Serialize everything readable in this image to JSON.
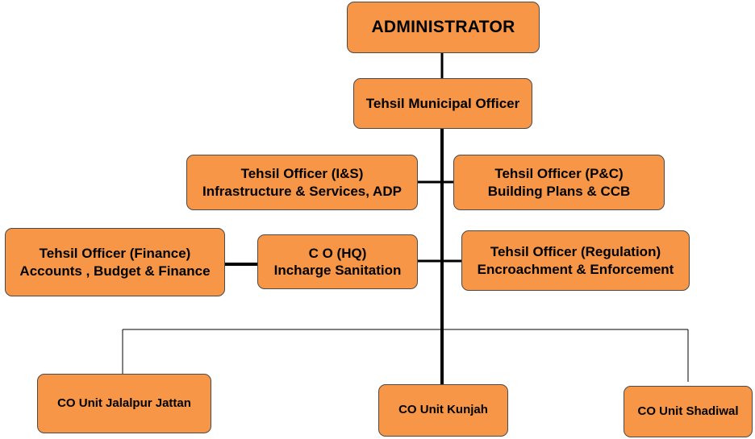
{
  "colors": {
    "box_fill": "#f79646",
    "box_border": "#4a4a4a",
    "connector": "#000000"
  },
  "nodes": {
    "administrator": {
      "line1": "ADMINISTRATOR"
    },
    "tmo": {
      "line1": "Tehsil Municipal Officer"
    },
    "to_is": {
      "line1": "Tehsil Officer (I&S)",
      "line2": "Infrastructure & Services, ADP"
    },
    "to_pc": {
      "line1": "Tehsil Officer (P&C)",
      "line2": "Building Plans & CCB"
    },
    "to_finance": {
      "line1": "Tehsil Officer (Finance)",
      "line2": "Accounts , Budget & Finance"
    },
    "co_hq": {
      "line1": "C O (HQ)",
      "line2": "Incharge Sanitation"
    },
    "to_regulation": {
      "line1": "Tehsil Officer (Regulation)",
      "line2": "Encroachment & Enforcement"
    },
    "co_jalalpur": {
      "line1": "CO Unit Jalalpur Jattan"
    },
    "co_kunjah": {
      "line1": "CO Unit Kunjah"
    },
    "co_shadiwal": {
      "line1": "CO Unit Shadiwal"
    }
  }
}
